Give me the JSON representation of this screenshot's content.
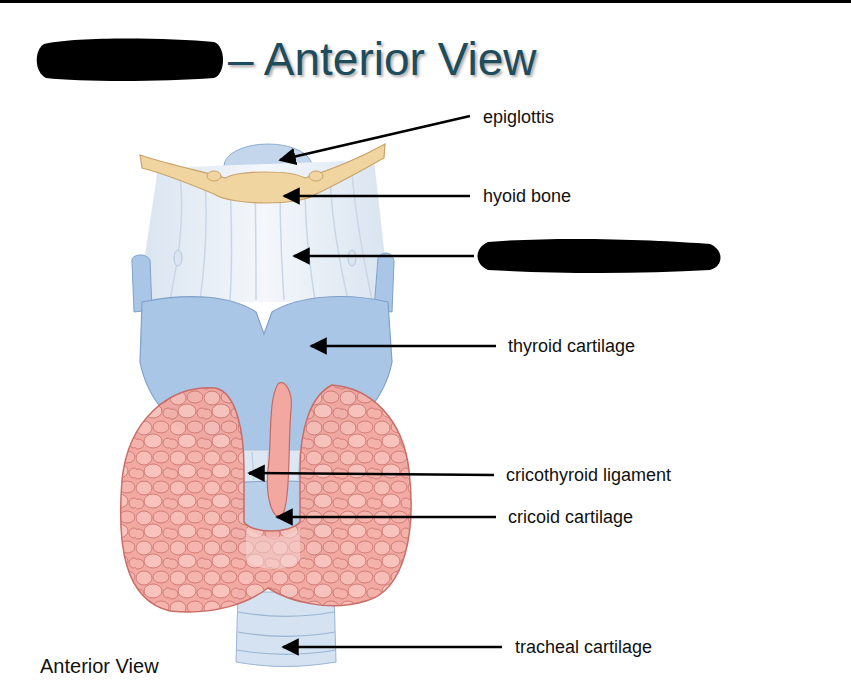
{
  "diagram": {
    "title": "– Anterior View",
    "caption": "Anterior View",
    "labels": [
      "epiglottis",
      "hyoid bone",
      "thyroid cartilage",
      "cricothyroid ligament",
      "cricoid cartilage",
      "tracheal cartilage"
    ]
  }
}
